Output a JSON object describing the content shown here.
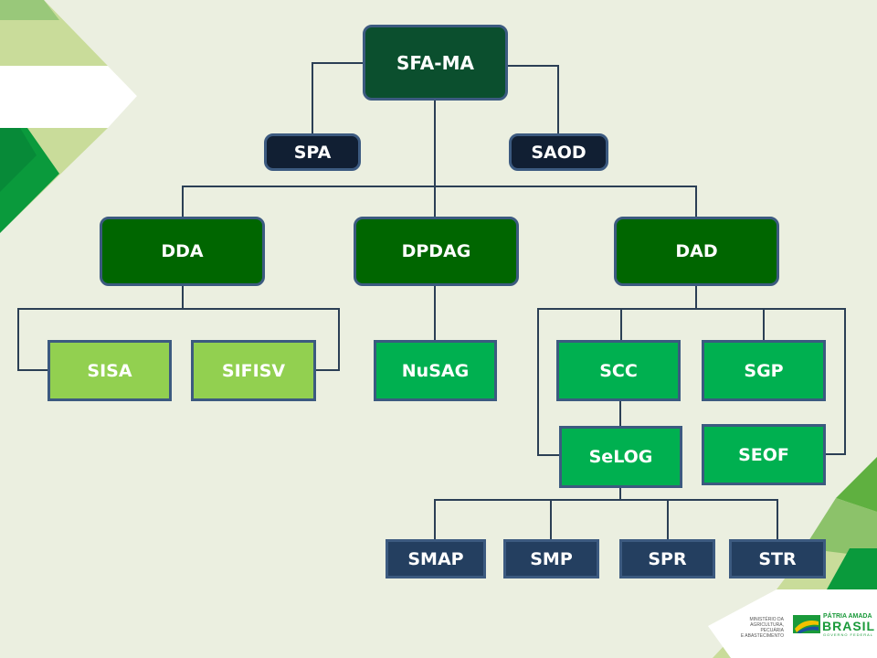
{
  "nodes": {
    "sfa_ma": "SFA-MA",
    "spa": "SPA",
    "saod": "SAOD",
    "dda": "DDA",
    "dpdag": "DPDAG",
    "dad": "DAD",
    "sisa": "SISA",
    "sifisv": "SIFISV",
    "nusag": "NuSAG",
    "scc": "SCC",
    "sgp": "SGP",
    "selog": "SeLOG",
    "seof": "SEOF",
    "smap": "SMAP",
    "smp": "SMP",
    "spr": "SPR",
    "str": "STR"
  },
  "logo": {
    "ministry_line1": "MINISTÉRIO DA",
    "ministry_line2": "AGRICULTURA, PECUÁRIA",
    "ministry_line3": "E ABASTECIMENTO",
    "slogan_top": "PÁTRIA AMADA",
    "slogan_main": "BRASIL",
    "slogan_sub": "GOVERNO FEDERAL"
  },
  "colors": {
    "top": "#0b4f2e",
    "staff": "#111f33",
    "directorate": "#006600",
    "dda_units": "#92d050",
    "units": "#00b050",
    "sections": "#243f60",
    "connector": "#2b3f55"
  }
}
